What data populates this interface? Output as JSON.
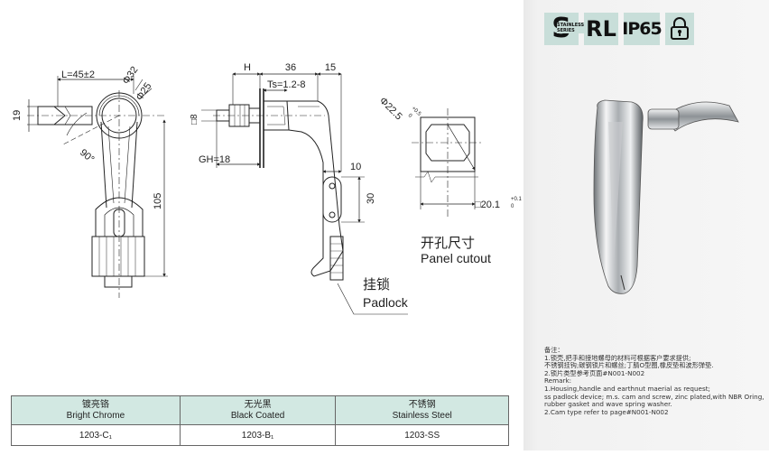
{
  "badges": {
    "stainless_letter": "S",
    "stainless_sub1": "STAINLESS",
    "stainless_sub2": "SERIES",
    "rl": "RL",
    "ip": "IP65"
  },
  "icons": [
    "lock-icon"
  ],
  "drawing": {
    "dim_l": "L=45±2",
    "dim_phi32": "Φ32",
    "dim_phi25": "Φ25",
    "dim_19": "19",
    "dim_angle": "90°",
    "dim_105": "105",
    "dim_h": "H",
    "dim_36": "36",
    "dim_15": "15",
    "dim_ts": "Ts=1.2-8",
    "dim_sq8": "□8",
    "dim_gh": "GH=18",
    "dim_10": "10",
    "dim_30": "30",
    "padlock_cn": "挂锁",
    "padlock_en": "Padlock",
    "cutout_phi": "Φ22.5",
    "cutout_phi_tol_top": "+0.5",
    "cutout_phi_tol_bot": "0",
    "cutout_sq": "□20.1",
    "cutout_sq_tol_top": "+0.1",
    "cutout_sq_tol_bot": "0",
    "cutout_cn": "开孔尺寸",
    "cutout_en": "Panel cutout"
  },
  "finishes": {
    "columns": [
      {
        "cn": "镀亮铬",
        "en": "Bright Chrome",
        "code": "1203-C₁"
      },
      {
        "cn": "无光黑",
        "en": "Black Coated",
        "code": "1203-B₁"
      },
      {
        "cn": "不锈钢",
        "en": "Stainless Steel",
        "code": "1203-SS"
      }
    ]
  },
  "notes": {
    "lines": [
      "备注：",
      "1.锁壳,把手和接地螺母的材料可根据客户要求提供;",
      "不锈钢挂钩;碳钢锁片和螺丝;丁腈O型圈,橡皮垫和波形弹垫.",
      "2.锁片类型参考页面#N001-N002",
      "Remark:",
      "1.Housing,handle and earthnut  maerial as request;",
      "ss padlock device; m.s. cam and screw, zinc plated,with NBR Oring,",
      "rubber gasket and wave spring washer.",
      "2.Cam type refer to page#N001-N002"
    ]
  }
}
